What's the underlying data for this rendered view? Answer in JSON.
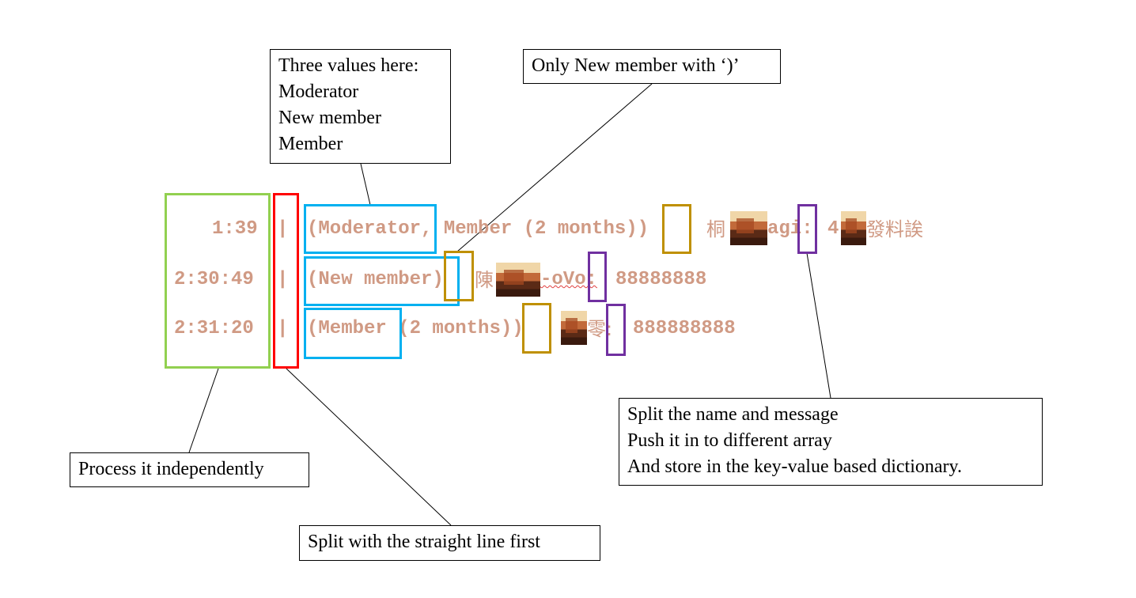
{
  "log_lines": [
    {
      "time": "1:39",
      "sep": "|",
      "badges_prefix": "(Moderator, Member (2 months))",
      "name_prefix": "桐",
      "name_suffix": "agi:",
      "message_prefix": "4",
      "message_suffix": "發料誒"
    },
    {
      "time": "2:30:49",
      "sep": "|",
      "badges_prefix": "(New member)",
      "name_prefix": "陳",
      "name_suffix": "-oVo:",
      "message": "88888888"
    },
    {
      "time": "2:31:20",
      "sep": "|",
      "badges_prefix": "(Member (2 months))",
      "name_suffix": "零:",
      "message": "888888888"
    }
  ],
  "callouts": {
    "three_values": {
      "lines": [
        "Three values here:",
        "Moderator",
        "New member",
        "Member"
      ]
    },
    "new_member": {
      "text": "Only New member with ‘)’"
    },
    "split_name": {
      "lines": [
        "Split the name and message",
        "Push it in to different array",
        "And store in the key-value based dictionary."
      ]
    },
    "process": {
      "text": "Process it independently"
    },
    "split_line": {
      "text": "Split with the straight line first"
    }
  },
  "colors": {
    "log_text": "#d09a84",
    "time_box": "#92d050",
    "separator_box": "#ff0000",
    "badge_box": "#00b0f0",
    "paren_box": "#bf9000",
    "colon_box": "#7030a0"
  }
}
